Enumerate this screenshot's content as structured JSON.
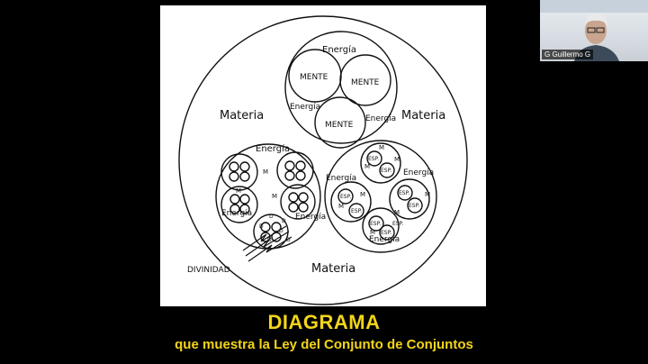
{
  "slide": {
    "title": "DIAGRAMA",
    "subtitle": "que muestra la Ley del Conjunto de Conjuntos",
    "title_color": "#f3d51a"
  },
  "diagram": {
    "materia_left": "Materia",
    "materia_right": "Materia",
    "materia_bottom": "Materia",
    "top_energia": "Energía",
    "top_energia_left": "Energía",
    "top_energia_right": "Energía",
    "mente_1": "MENTE",
    "mente_2": "MENTE",
    "mente_3": "MENTE",
    "left_energia_top": "Energía",
    "left_energia_left": "Energía",
    "left_energia_right": "Energía",
    "left_m_1": "M",
    "left_m_2": "M",
    "left_m_3": "M",
    "left_d_1": "D",
    "left_d_2": "D",
    "left_d_3": "D",
    "left_d_4": "D",
    "left_d_5": "D",
    "left_d_6": "D",
    "right_energia_left": "Energía",
    "right_energia_right": "Energía",
    "right_energia_bottom": "Energía",
    "right_m_labels": [
      "M",
      "M",
      "M",
      "M",
      "M",
      "M",
      "M",
      "M"
    ],
    "right_esp_labels": [
      "ESP.",
      "ESP.",
      "ESP.",
      "ESP.",
      "ESP.",
      "ESP.",
      "ESP.",
      "ESP.",
      "ESP."
    ],
    "divinidad": "DIVINIDAD"
  },
  "video": {
    "participant_name": "G Guillermo G"
  }
}
